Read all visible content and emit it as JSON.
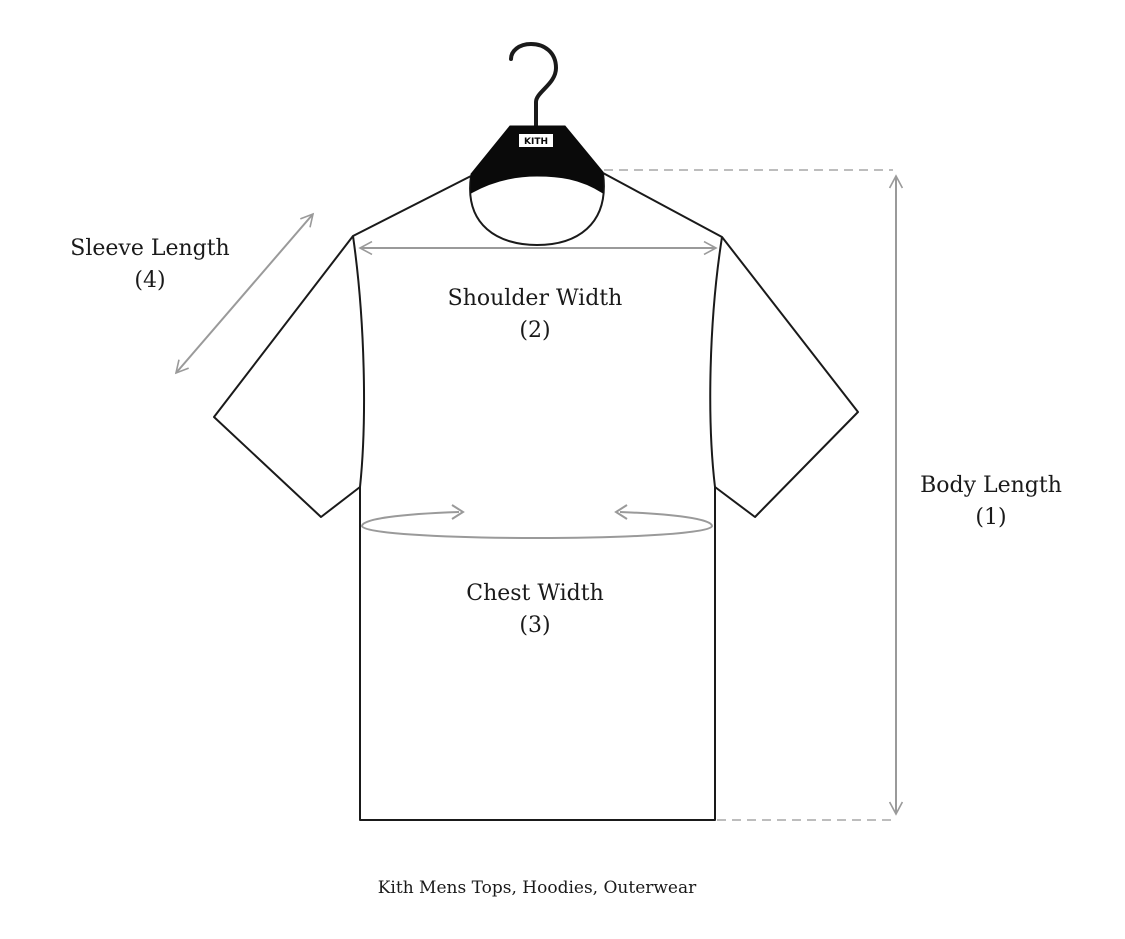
{
  "hanger": {
    "brand_text": "KITH"
  },
  "measurements": [
    {
      "key": "sleeve_length",
      "name": "Sleeve Length",
      "number": "(4)"
    },
    {
      "key": "shoulder_width",
      "name": "Shoulder Width",
      "number": "(2)"
    },
    {
      "key": "chest_width",
      "name": "Chest Width",
      "number": "(3)"
    },
    {
      "key": "body_length",
      "name": "Body Length",
      "number": "(1)"
    }
  ],
  "caption": "Kith Mens Tops, Hoodies, Outerwear",
  "colors": {
    "background": "#ffffff",
    "outline": "#1a1a1a",
    "hanger": "#0a0a0a",
    "measure_lines": "#9a9a9a"
  }
}
